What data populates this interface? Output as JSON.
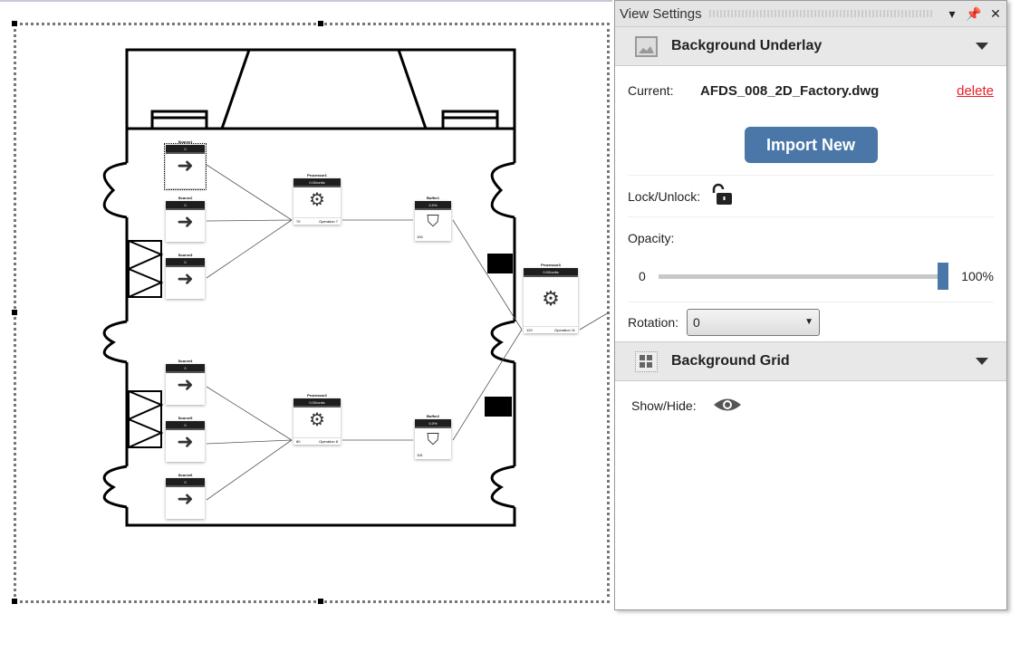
{
  "canvas": {
    "sources": [
      {
        "title": "Source1",
        "value": "0"
      },
      {
        "title": "Source2",
        "value": "0"
      },
      {
        "title": "Source3",
        "value": "0"
      },
      {
        "title": "Source4",
        "value": "0"
      },
      {
        "title": "Source5",
        "value": "0"
      },
      {
        "title": "Source6",
        "value": "0"
      }
    ],
    "processors": [
      {
        "title": "Processor1",
        "rate": "0.00/units",
        "count": "70",
        "operation": "Operation 7"
      },
      {
        "title": "Processor2",
        "rate": "0.00/units",
        "count": "80",
        "operation": "Operation 8"
      },
      {
        "title": "Processor3",
        "rate": "0.00/units",
        "count": "120",
        "operation": "Operation 11"
      }
    ],
    "buffers": [
      {
        "title": "Buffer1",
        "fill": "0.0%",
        "capacity": "100"
      },
      {
        "title": "Buffer2",
        "fill": "0.0%",
        "capacity": "115"
      }
    ]
  },
  "panel": {
    "title": "View Settings",
    "underlay": {
      "header": "Background Underlay",
      "current_label": "Current:",
      "current_file": "AFDS_008_2D_Factory.dwg",
      "delete_label": "delete",
      "import_label": "Import New",
      "lock_label": "Lock/Unlock:",
      "opacity_label": "Opacity:",
      "opacity_min": "0",
      "opacity_max": "100%",
      "opacity_value": 100,
      "rotation_label": "Rotation:",
      "rotation_value": "0"
    },
    "grid": {
      "header": "Background Grid",
      "show_label": "Show/Hide:"
    }
  },
  "colors": {
    "accent": "#4a77a8",
    "delete_link": "#e8202a"
  }
}
